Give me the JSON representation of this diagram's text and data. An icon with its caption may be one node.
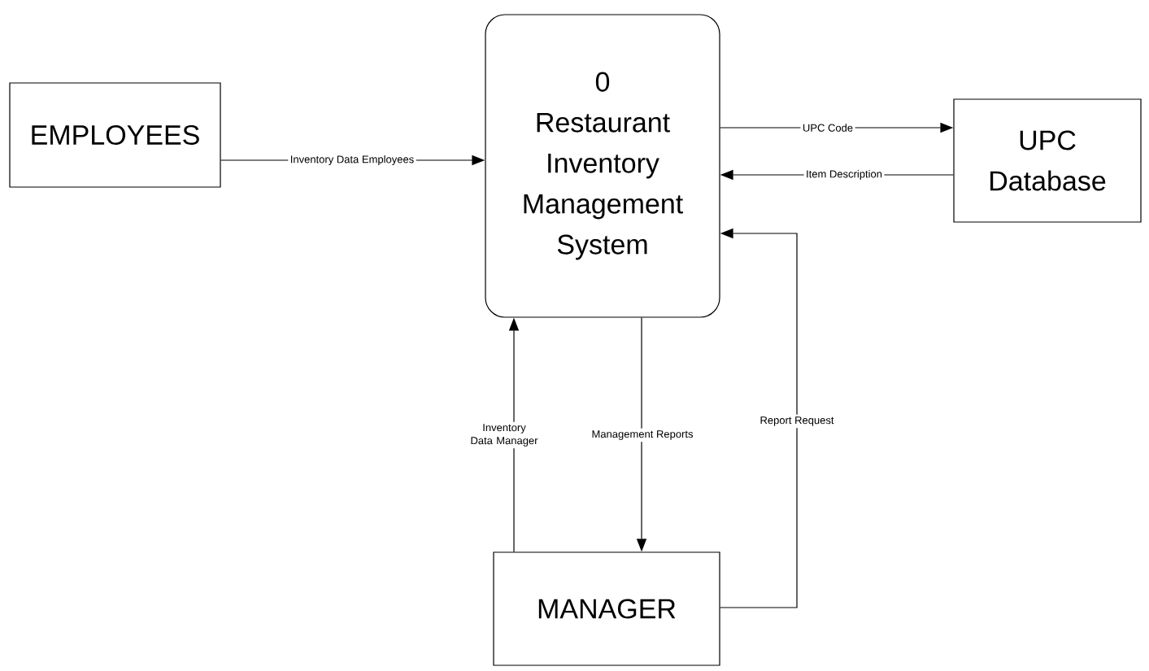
{
  "diagram": {
    "nodes": [
      {
        "text": [
          "EMPLOYEES"
        ]
      },
      {
        "text": [
          "0",
          "Restaurant Inventory Management System"
        ]
      },
      {
        "text": [
          "UPC Database"
        ]
      },
      {
        "text": [
          "MANAGER"
        ]
      }
    ],
    "edges": [
      {
        "from": 0,
        "to": 1,
        "arrow": "to",
        "label": "Inventory Data Employees"
      },
      {
        "from": 1,
        "to": 2,
        "arrow": "to",
        "label": "UPC Code"
      },
      {
        "from": 2,
        "to": 1,
        "arrow": "to",
        "label": "Item Description"
      },
      {
        "from": 3,
        "to": 1,
        "arrow": "to",
        "label": "Inventory Data Manager"
      },
      {
        "from": 1,
        "to": 3,
        "arrow": "to",
        "label": "Management Reports"
      },
      {
        "from": 3,
        "to": 1,
        "arrow": "to",
        "label": "Report Request"
      }
    ]
  }
}
